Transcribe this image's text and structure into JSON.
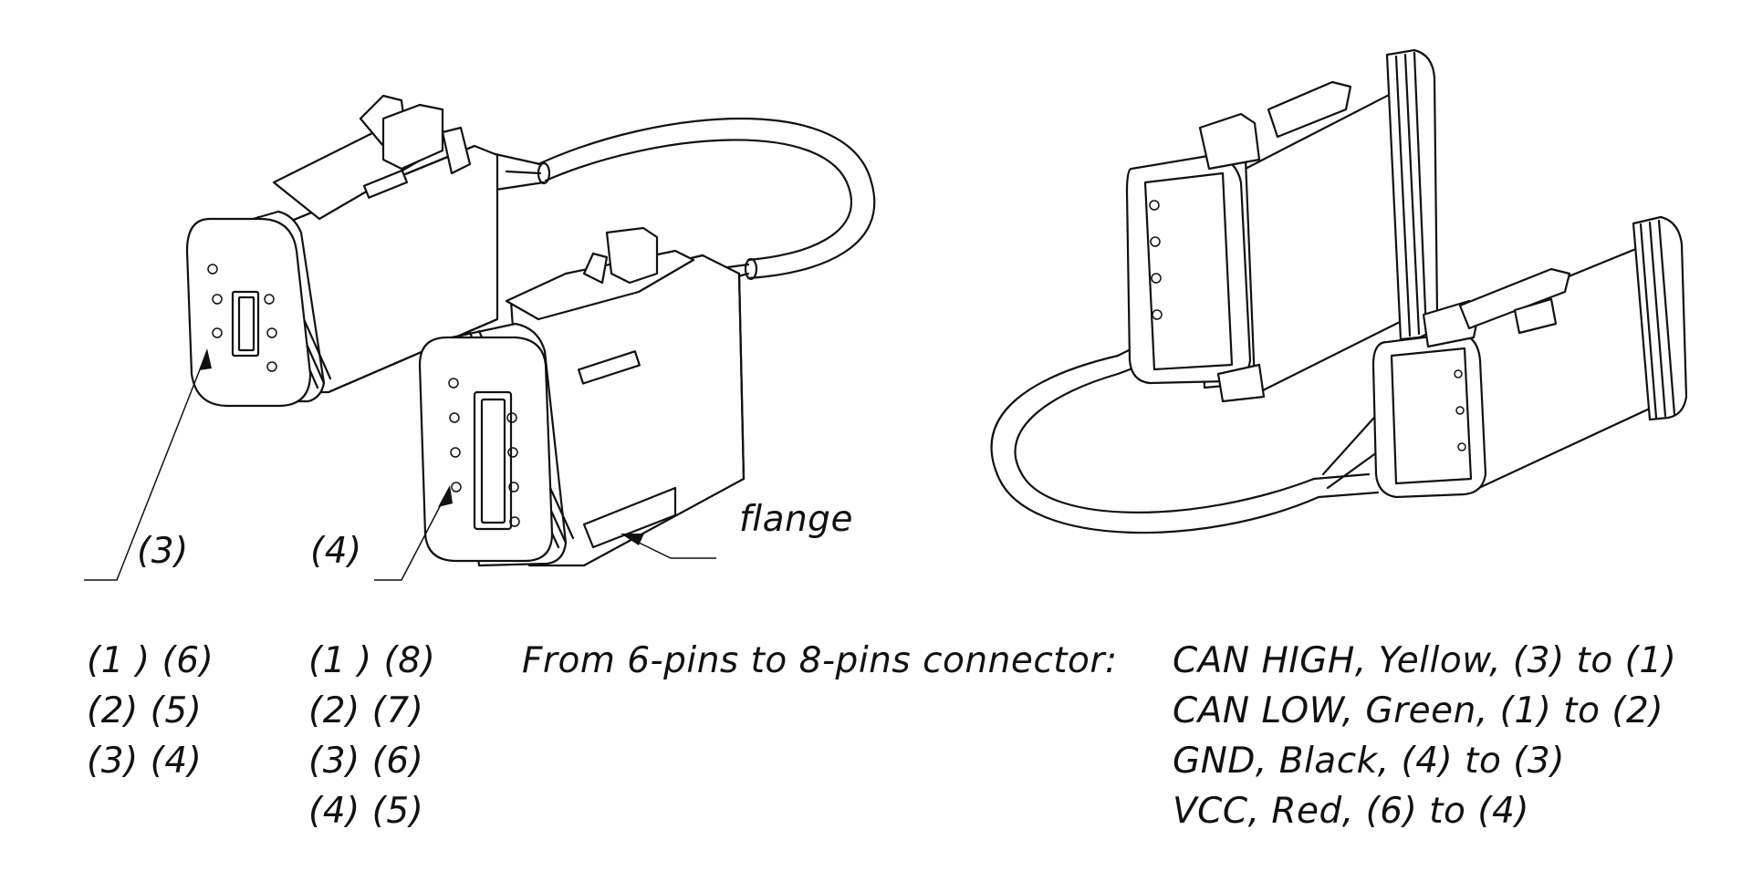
{
  "callouts": {
    "pin3": "(3)",
    "pin4": "(4)",
    "flange": "flange"
  },
  "pinout_6": [
    "(1 )  (6)",
    "(2)  (5)",
    "(3)  (4)"
  ],
  "pinout_8": [
    "(1 )  (8)",
    "(2)  (7)",
    "(3)  (6)",
    "(4)  (5)"
  ],
  "wiring": {
    "heading": "From 6-pins to 8-pins connector:",
    "lines": [
      "CAN HIGH, Yellow, (3) to (1)",
      "CAN LOW, Green, (1) to (2)",
      "GND, Black, (4) to (3)",
      "VCC, Red, (6) to (4)"
    ]
  }
}
